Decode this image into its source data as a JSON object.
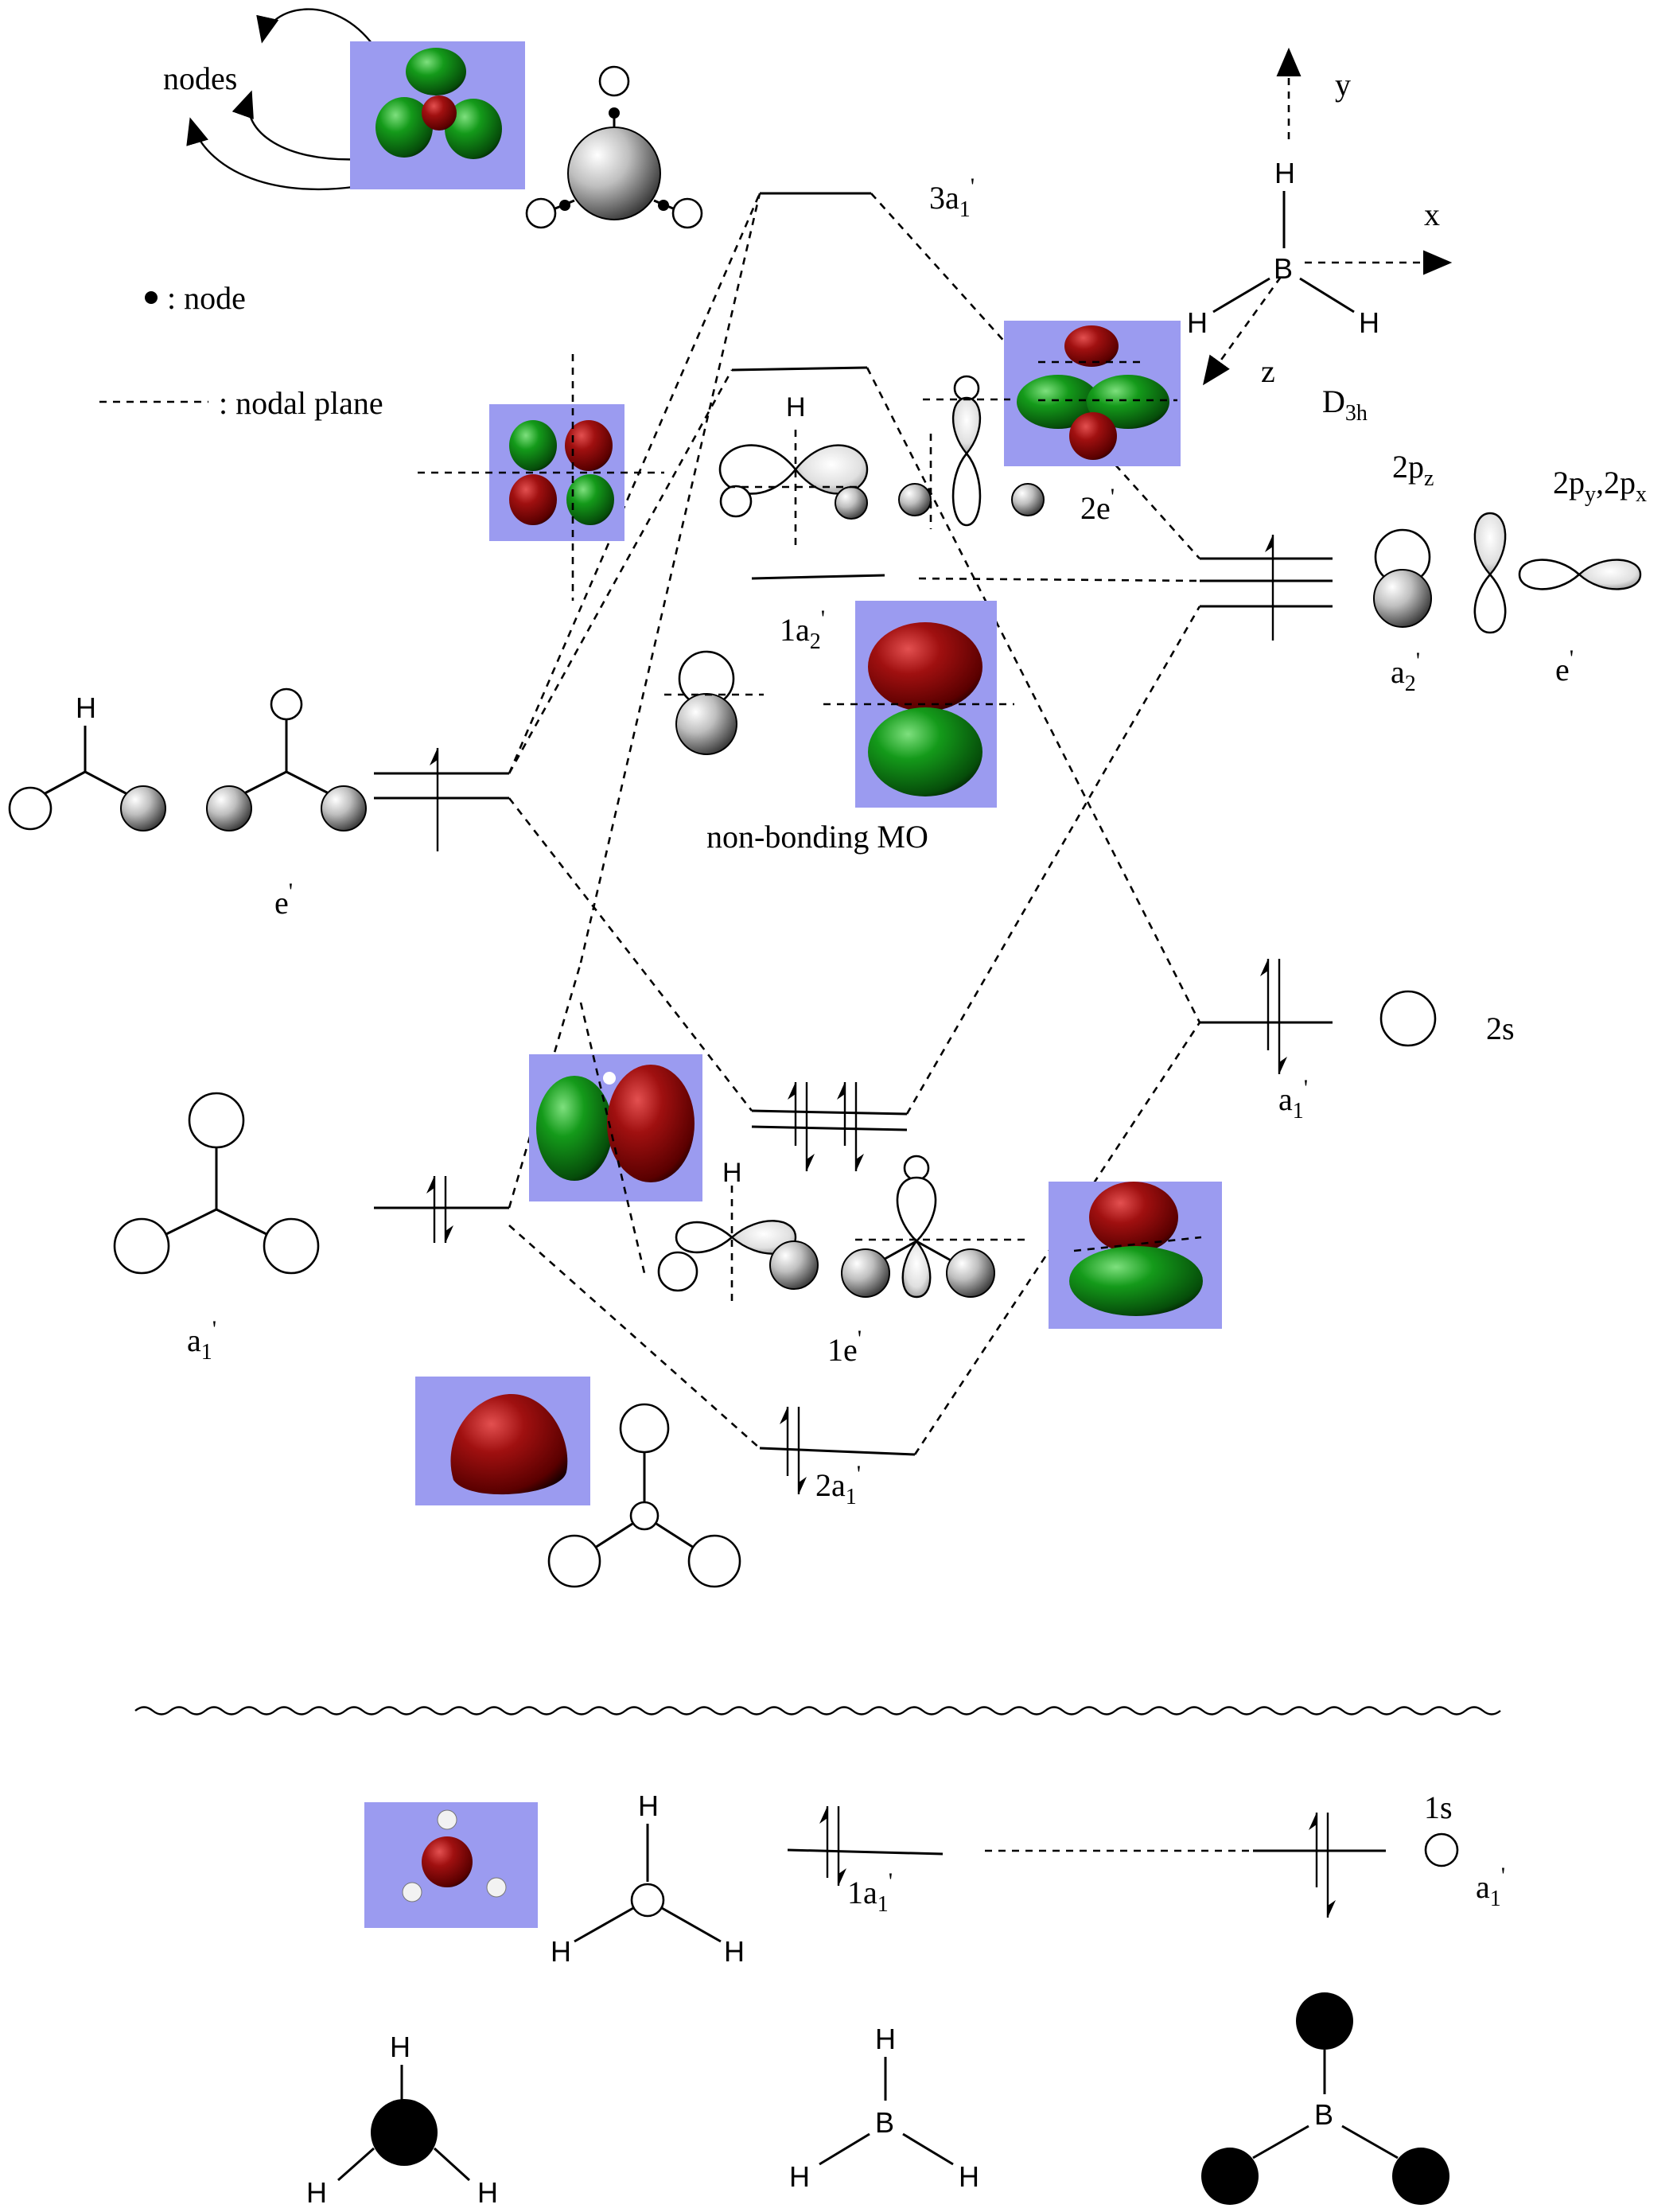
{
  "legend": {
    "nodes": "nodes",
    "node": ": node",
    "nodal_plane": ": nodal plane"
  },
  "axes": {
    "x": "x",
    "y": "y",
    "z": "z"
  },
  "molecule": {
    "H": "H",
    "B": "B",
    "point_group_main": "D",
    "point_group_sub": "3h"
  },
  "levels": {
    "l3a1": {
      "main": "3a",
      "sub": "1",
      "prime": "'"
    },
    "l2e": {
      "main": "2e",
      "prime": "'"
    },
    "l1a2": {
      "main": "1a",
      "sub": "2",
      "prime": "'"
    },
    "l1e": {
      "main": "1e",
      "prime": "'"
    },
    "l2a1": {
      "main": "2a",
      "sub": "1",
      "prime": "'"
    },
    "l1a1": {
      "main": "1a",
      "sub": "1",
      "prime": "'"
    }
  },
  "boron_ao": {
    "p2pz_main": "2p",
    "p2pz_sub": "z",
    "p2pyx_a": "2p",
    "p2pyx_a_sub": "y",
    "p2pyx_b": ",2p",
    "p2pyx_b_sub": "x",
    "a2_main": "a",
    "a2_sub": "2",
    "a2_prime": "'",
    "e_main": "e",
    "e_prime": "'",
    "s2": "2s",
    "a1_main": "a",
    "a1_sub": "1",
    "a1_prime": "'",
    "s1": "1s",
    "a1b_main": "a",
    "a1b_sub": "1",
    "a1b_prime": "'"
  },
  "salc": {
    "e_main": "e",
    "e_prime": "'",
    "a1_main": "a",
    "a1_sub": "1",
    "a1_prime": "'"
  },
  "nonbonding": "non-bonding MO",
  "colors": {
    "panel": "#9b9bf0",
    "lobe_red": "#8b0a0a",
    "lobe_green": "#0c7a12",
    "ink": "#000000"
  }
}
